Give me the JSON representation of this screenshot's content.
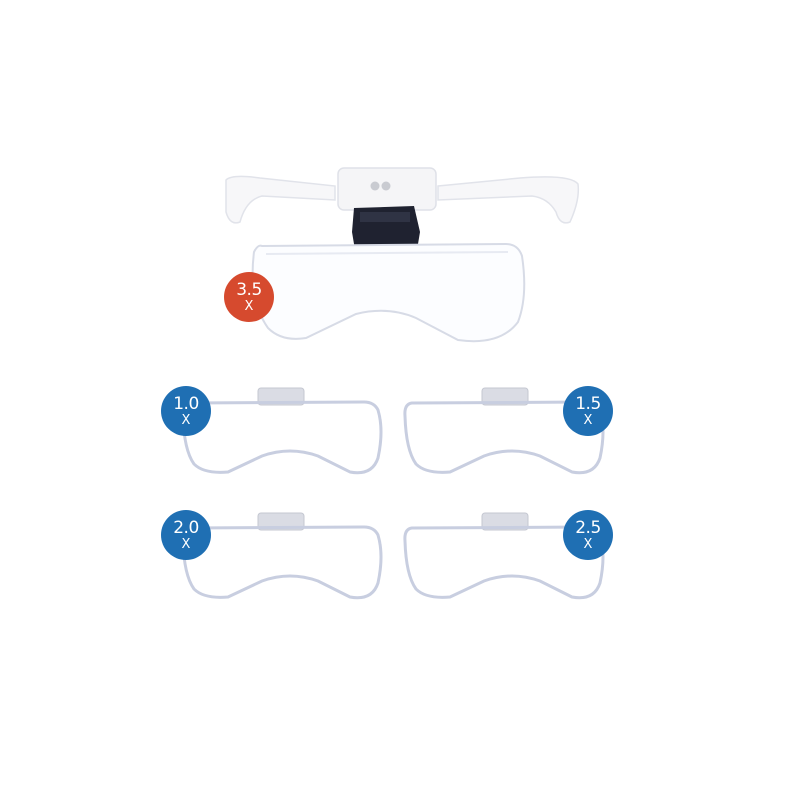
{
  "colors": {
    "background": "#ffffff",
    "main_badge": "#d64a2e",
    "lens_badge": "#1f6fb3",
    "frame": "#f4f4f6",
    "lens_outline": "#cfd5e6",
    "clip": "#d9dbe3"
  },
  "headband_lens": {
    "magnification": "3.5",
    "unit": "X"
  },
  "lenses": [
    {
      "magnification": "1.0",
      "unit": "X"
    },
    {
      "magnification": "1.5",
      "unit": "X"
    },
    {
      "magnification": "2.0",
      "unit": "X"
    },
    {
      "magnification": "2.5",
      "unit": "X"
    }
  ]
}
